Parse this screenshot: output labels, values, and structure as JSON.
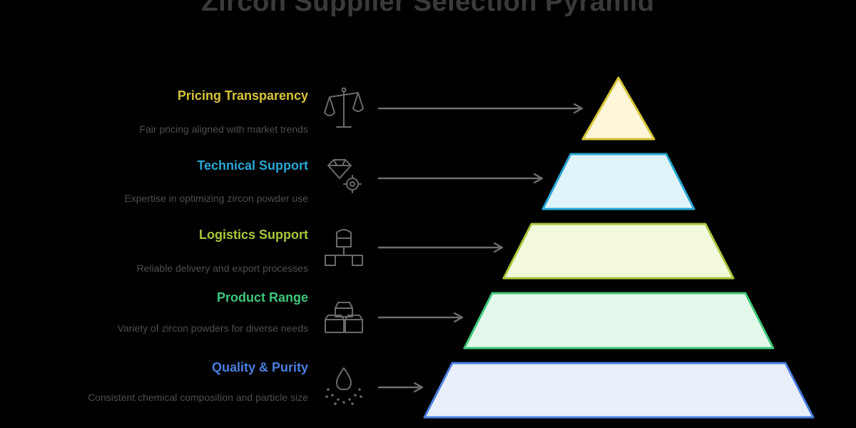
{
  "title": "Zircon Supplier Selection Pyramid",
  "levels": [
    {
      "title": "Pricing Transparency",
      "description": "Fair pricing aligned with market trends",
      "icon": "balance-scale-icon",
      "color": "#d8c43a",
      "fill": "#fdf6d8"
    },
    {
      "title": "Technical Support",
      "description": "Expertise in optimizing zircon powder use",
      "icon": "gem-gear-icon",
      "color": "#2aa7d4",
      "fill": "#e0f4fb"
    },
    {
      "title": "Logistics Support",
      "description": "Reliable delivery and export processes",
      "icon": "warehouse-network-icon",
      "color": "#a6c83c",
      "fill": "#f2f9dc"
    },
    {
      "title": "Product Range",
      "description": "Variety of zircon powders for diverse needs",
      "icon": "stacked-boxes-icon",
      "color": "#3fc77a",
      "fill": "#e3f8ea"
    },
    {
      "title": "Quality & Purity",
      "description": "Consistent chemical composition and particle size",
      "icon": "droplet-particles-icon",
      "color": "#4a7fe0",
      "fill": "#e8effb"
    }
  ]
}
